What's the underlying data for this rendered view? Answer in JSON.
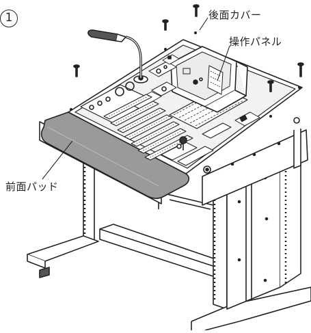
{
  "figure": {
    "step_number": "1",
    "labels": {
      "rear_cover": "後面カバー",
      "operation_panel": "操作パネル",
      "front_pad": "前面パッド"
    }
  },
  "colors": {
    "line": "#222222",
    "pad_fill": "#9a9a9a",
    "panel_fill": "#e6e6e6"
  },
  "icons": [
    "screw-icon",
    "microphone-icon"
  ]
}
